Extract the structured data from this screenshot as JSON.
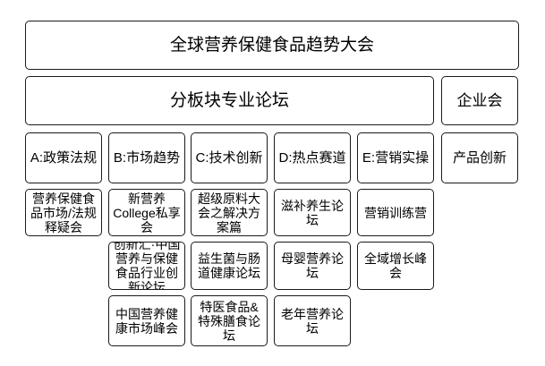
{
  "diagram": {
    "title": "全球营养保健食品趋势大会",
    "forum_banner": "分板块专业论坛",
    "enterprise_meeting": "企业会",
    "columns": [
      {
        "header": "A:政策法规",
        "items": [
          "营养保健食品市场/法规释疑会"
        ]
      },
      {
        "header": "B:市场趋势",
        "items": [
          "新营养College私享会",
          "创新汇·中国营养与保健食品行业创新论坛",
          "中国营养健康市场峰会"
        ]
      },
      {
        "header": "C:技术创新",
        "items": [
          "超级原料大会之解决方案篇",
          "益生菌与肠道健康论坛",
          "特医食品&特殊膳食论坛"
        ]
      },
      {
        "header": "D:热点赛道",
        "items": [
          "滋补养生论坛",
          "母婴营养论坛",
          "老年营养论坛"
        ]
      },
      {
        "header": "E:营销实操",
        "items": [
          "营销训练营",
          "全域增长峰会"
        ]
      },
      {
        "header": "产品创新",
        "items": []
      }
    ],
    "colors": {
      "border": "#1a1a1a",
      "background": "#ffffff",
      "text": "#000000"
    }
  }
}
